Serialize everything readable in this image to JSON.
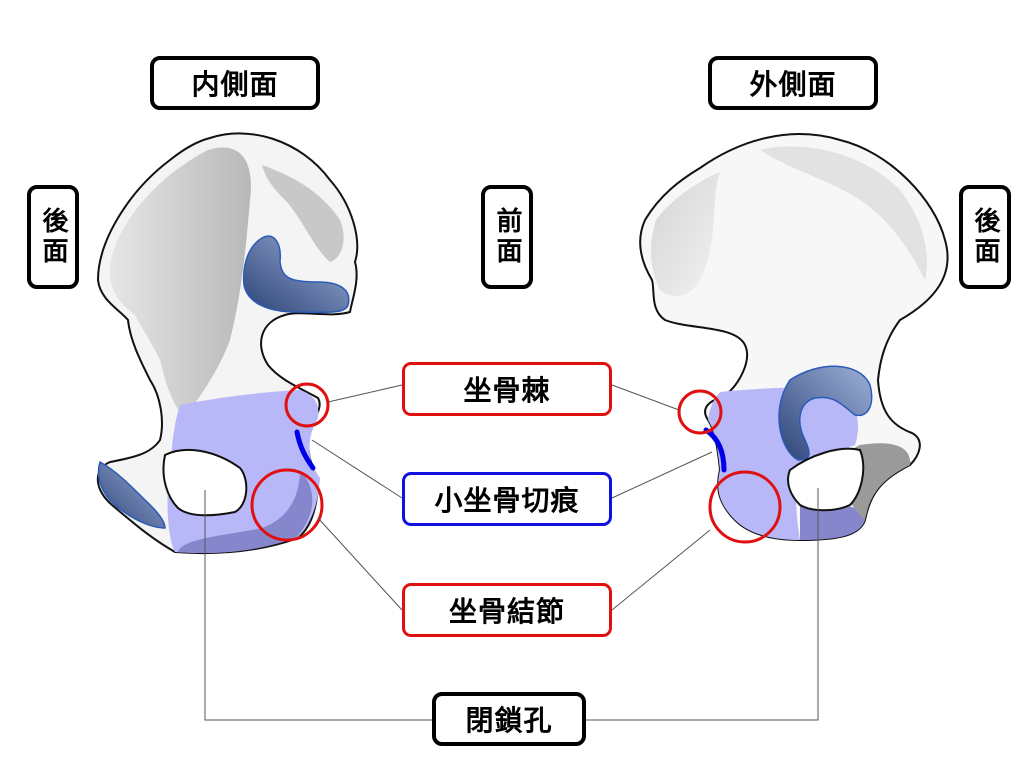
{
  "views": {
    "medial": "内側面",
    "lateral": "外側面"
  },
  "directions": {
    "posterior_left": "後面",
    "anterior": "前面",
    "posterior_right": "後面"
  },
  "labels": {
    "ischial_spine": "坐骨棘",
    "lesser_sciatic_notch": "小坐骨切痕",
    "ischial_tuberosity": "坐骨結節",
    "obturator_foramen": "閉鎖孔"
  },
  "colors": {
    "ischium_fill": "#b8b8f8",
    "ischium_shade": "#8080c8",
    "marker_red": "#e01010",
    "marker_blue": "#1010e0",
    "bone_gray": "#d0d0d0",
    "cartilage_dark": "#3a5590"
  }
}
